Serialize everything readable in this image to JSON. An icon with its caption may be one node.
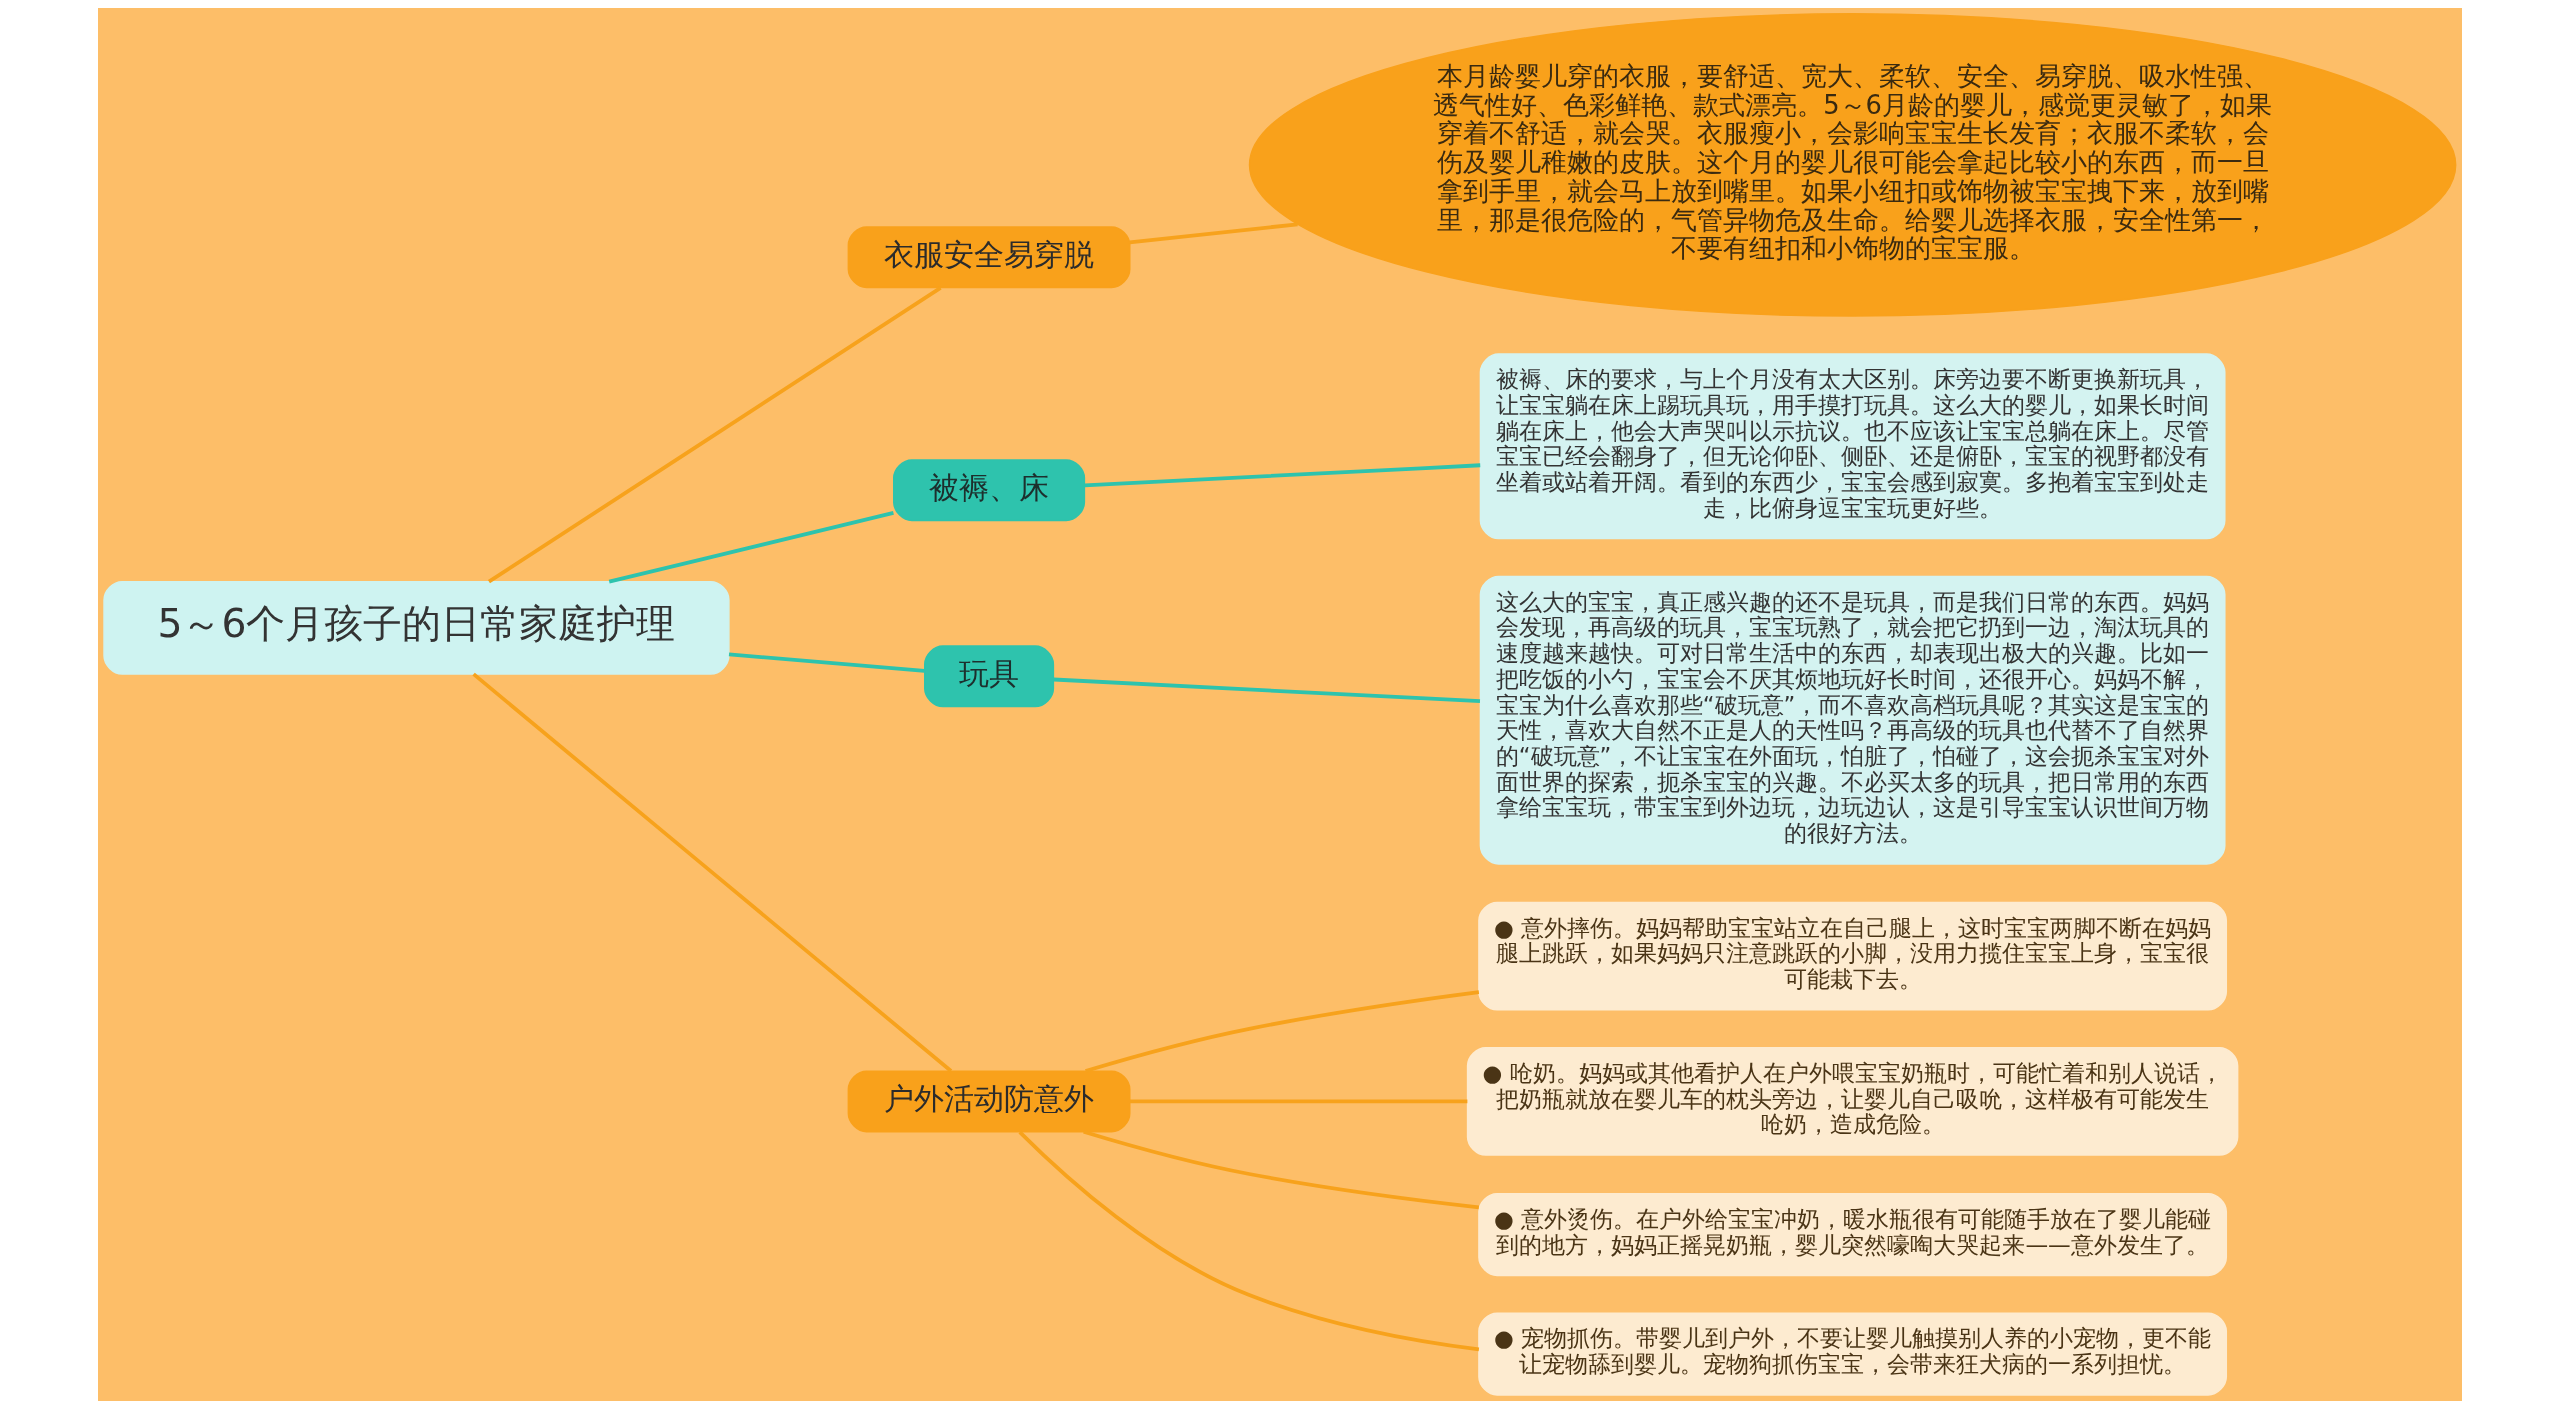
{
  "diagram": {
    "nodes": [
      {
        "text": [
          "5～6个月孩子的日常家庭护理"
        ]
      },
      {
        "text": [
          "衣服安全易穿脱"
        ]
      },
      {
        "text": [
          "本月龄婴儿穿的衣服，要舒适、宽大、柔软、安全、易穿脱、吸水性强、透气性好、色彩鲜艳、款式漂亮。5～6月龄的婴儿，感觉更灵敏了，如果穿着不舒适，就会哭。衣服瘦小，会影响宝宝生长发育；衣服不柔软，会伤及婴儿稚嫩的皮肤。这个月的婴儿很可能会拿起比较小的东西，而一旦拿到手里，就会马上放到嘴里。如果小纽扣或饰物被宝宝拽下来，放到嘴里，那是很危险的，气管异物危及生命。给婴儿选择衣服，安全性第一，不要有纽扣和小饰物的宝宝服。"
        ]
      },
      {
        "text": [
          "被褥、床"
        ]
      },
      {
        "text": [
          "被褥、床的要求，与上个月没有太大区别。床旁边要不断更换新玩具，让宝宝躺在床上踢玩具玩，用手摸打玩具。这么大的婴儿，如果长时间躺在床上，他会大声哭叫以示抗议。也不应该让宝宝总躺在床上。尽管宝宝已经会翻身了，但无论仰卧、侧卧、还是俯卧，宝宝的视野都没有坐着或站着开阔。看到的东西少，宝宝会感到寂寞。多抱着宝宝到处走走，比俯身逗宝宝玩更好些。"
        ]
      },
      {
        "text": [
          "玩具"
        ]
      },
      {
        "text": [
          "这么大的宝宝，真正感兴趣的还不是玩具，而是我们日常的东西。妈妈会发现，再高级的玩具，宝宝玩熟了，就会把它扔到一边，淘汰玩具的速度越来越快。可对日常生活中的东西，却表现出极大的兴趣。比如一把吃饭的小勺，宝宝会不厌其烦地玩好长时间，还很开心。妈妈不解，宝宝为什么喜欢那些“破玩意”，而不喜欢高档玩具呢？其实这是宝宝的天性，喜欢大自然不正是人的天性吗？再高级的玩具也代替不了自然界的“破玩意”，不让宝宝在外面玩，怕脏了，怕碰了，这会扼杀宝宝对外面世界的探索，扼杀宝宝的兴趣。不必买太多的玩具，把日常用的东西拿给宝宝玩，带宝宝到外边玩，边玩边认，这是引导宝宝认识世间万物的很好方法。"
        ]
      },
      {
        "text": [
          "户外活动防意外"
        ]
      },
      {
        "text": [
          "● 意外摔伤。妈妈帮助宝宝站立在自己腿上，这时宝宝两脚不断在妈妈腿上跳跃，如果妈妈只注意跳跃的小脚，没用力揽住宝宝上身，宝宝很可能栽下去。"
        ]
      },
      {
        "text": [
          "● 呛奶。妈妈或其他看护人在户外喂宝宝奶瓶时，可能忙着和别人说话，把奶瓶就放在婴儿车的枕头旁边，让婴儿自己吸吮，这样极有可能发生呛奶，造成危险。"
        ]
      },
      {
        "text": [
          "● 意外烫伤。在户外给宝宝冲奶，暖水瓶很有可能随手放在了婴儿能碰到的地方，妈妈正摇晃奶瓶，婴儿突然嚎啕大哭起来——意外发生了。"
        ]
      },
      {
        "text": [
          "● 宠物抓伤。带婴儿到户外，不要让婴儿触摸别人养的小宠物，更不能让宠物舔到婴儿。宠物狗抓伤宝宝，会带来狂犬病的一系列担忧。"
        ]
      }
    ],
    "edges": [
      {
        "from": 0,
        "to": 1,
        "arrow": "none"
      },
      {
        "from": 1,
        "to": 2,
        "arrow": "none"
      },
      {
        "from": 0,
        "to": 3,
        "arrow": "none",
        "color": "#2ec3ad"
      },
      {
        "from": 3,
        "to": 4,
        "arrow": "none",
        "color": "#2ec3ad"
      },
      {
        "from": 0,
        "to": 5,
        "arrow": "none",
        "color": "#2ec3ad"
      },
      {
        "from": 5,
        "to": 6,
        "arrow": "none",
        "color": "#2ec3ad"
      },
      {
        "from": 0,
        "to": 7,
        "arrow": "none"
      },
      {
        "from": 7,
        "to": 8,
        "arrow": "none"
      },
      {
        "from": 7,
        "to": 9,
        "arrow": "none"
      },
      {
        "from": 7,
        "to": 10,
        "arrow": "none"
      },
      {
        "from": 7,
        "to": 11,
        "arrow": "none"
      }
    ]
  }
}
